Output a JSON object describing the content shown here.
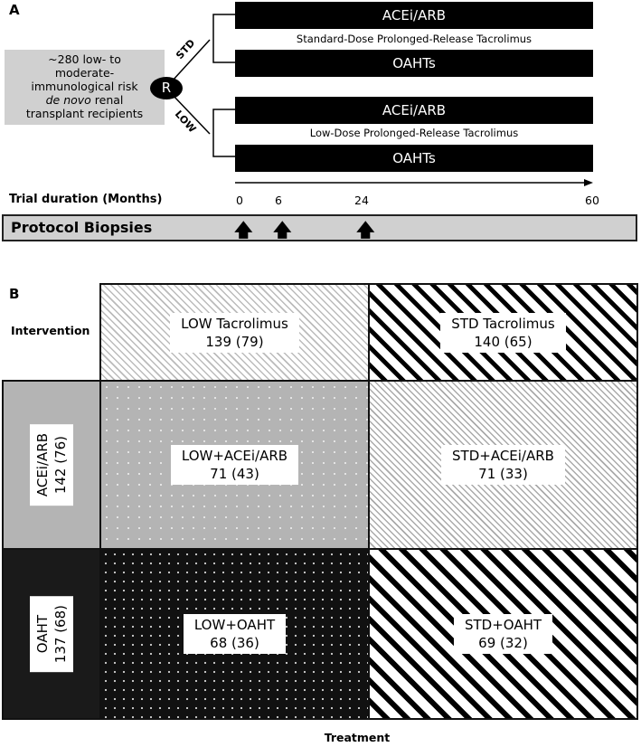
{
  "panel_a": {
    "label": "A",
    "population": {
      "line1": "~280 low- to",
      "line2": "moderate-",
      "line3": "immunological risk",
      "line4_italic": "de novo",
      "line4_rest": " renal",
      "line5": "transplant recipients"
    },
    "randomization": "R",
    "arm_std": "STD",
    "arm_low": "LOW",
    "std_bar1": "ACEi/ARB",
    "std_caption": "Standard-Dose Prolonged-Release Tacrolimus",
    "std_bar2": "OAHTs",
    "low_bar1": "ACEi/ARB",
    "low_caption": "Low-Dose Prolonged-Release Tacrolimus",
    "low_bar2": "OAHTs",
    "duration_label": "Trial duration (Months)",
    "ticks": [
      "0",
      "6",
      "24",
      "60"
    ],
    "biopsies_label": "Protocol Biopsies"
  },
  "panel_b": {
    "label": "B",
    "intervention": "Intervention",
    "low_tac": {
      "name": "LOW Tacrolimus",
      "count": "139 (79)"
    },
    "std_tac": {
      "name": "STD Tacrolimus",
      "count": "140 (65)"
    },
    "acei": {
      "name": "ACEi/ARB",
      "count": "142 (76)"
    },
    "oaht": {
      "name": "OAHT",
      "count": "137 (68)"
    },
    "low_acei": {
      "name": "LOW+ACEi/ARB",
      "count": "71 (43)"
    },
    "std_acei": {
      "name": "STD+ACEi/ARB",
      "count": "71 (33)"
    },
    "low_oaht": {
      "name": "LOW+OAHT",
      "count": "68 (36)"
    },
    "std_oaht": {
      "name": "STD+OAHT",
      "count": "69 (32)"
    },
    "treatment": "Treatment"
  }
}
